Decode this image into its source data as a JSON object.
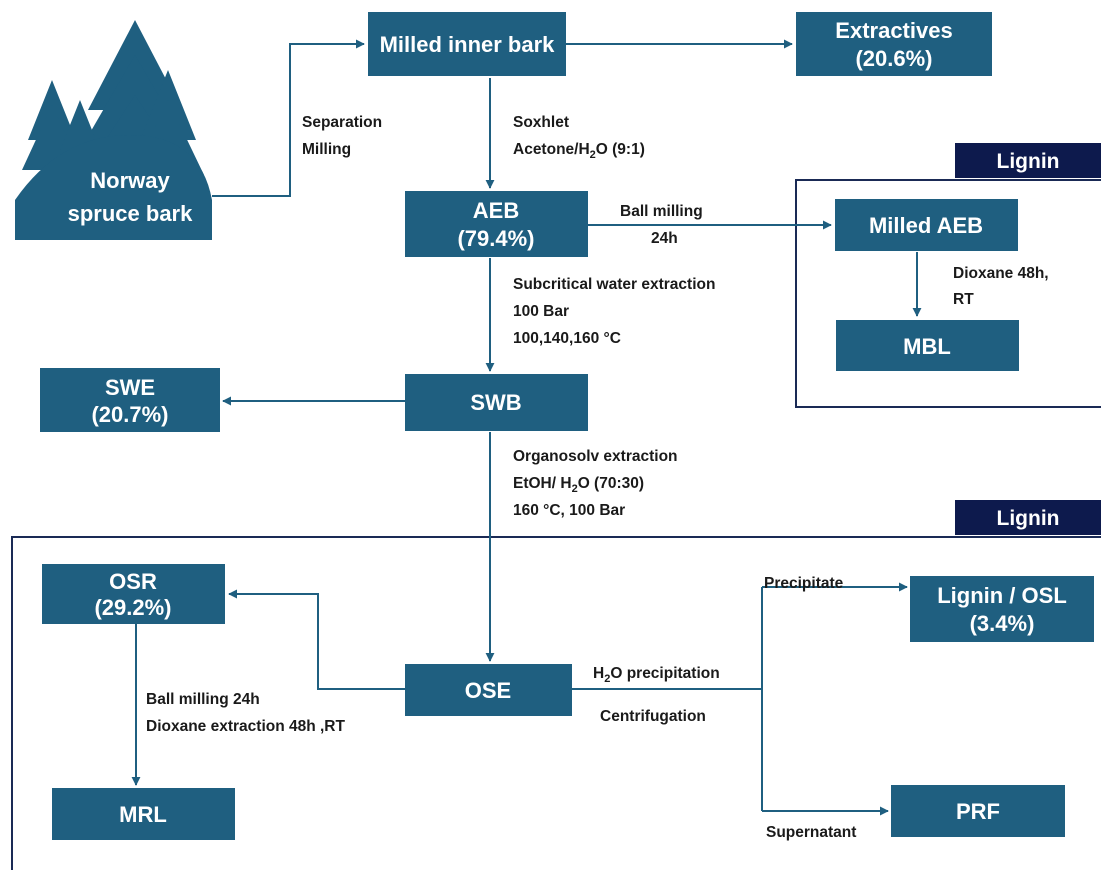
{
  "nodes": {
    "norway_l1": "Norway",
    "norway_l2": "spruce bark",
    "milled_inner_bark": "Milled inner bark",
    "extractives_l1": "Extractives",
    "extractives_l2": "(20.6%)",
    "aeb_l1": "AEB",
    "aeb_l2": "(79.4%)",
    "milled_aeb": "Milled AEB",
    "mbl": "MBL",
    "swe_l1": "SWE",
    "swe_l2": "(20.7%)",
    "swb": "SWB",
    "osr_l1": "OSR",
    "osr_l2": "(29.2%)",
    "ose": "OSE",
    "osl_l1": "Lignin / OSL",
    "osl_l2": "(3.4%)",
    "mrl": "MRL",
    "prf": "PRF"
  },
  "labels": {
    "separation": "Separation",
    "milling": "Milling",
    "soxhlet": "Soxhlet",
    "acetone_a": "Acetone/H",
    "acetone_sub": "2",
    "acetone_b": "O (9:1)",
    "ball_milling": "Ball milling",
    "ball_24h": "24h",
    "dioxane_48h": "Dioxane 48h,",
    "rt": "RT",
    "subcritical": "Subcritical water extraction",
    "bar100": "100 Bar",
    "temps": "100,140,160 °C",
    "organosolv": "Organosolv extraction",
    "etoh_a": "EtOH/ H",
    "etoh_sub": "2",
    "etoh_b": "O (70:30)",
    "cond160": "160 °C, 100 Bar",
    "precipitate": "Precipitate",
    "h2o_a": "H",
    "h2o_sub": "2",
    "h2o_b": "O precipitation",
    "centrifugation": "Centrifugation",
    "supernatant": "Supernatant",
    "ball_milling_24h": "Ball milling 24h",
    "dioxane_extraction": "Dioxane extraction 48h ,RT"
  },
  "tags": {
    "lignin_top": "Lignin",
    "lignin_bottom": "Lignin"
  },
  "colors": {
    "box": "#1f5f80",
    "frame": "#1a2a55",
    "tag": "#0d1a4d"
  }
}
